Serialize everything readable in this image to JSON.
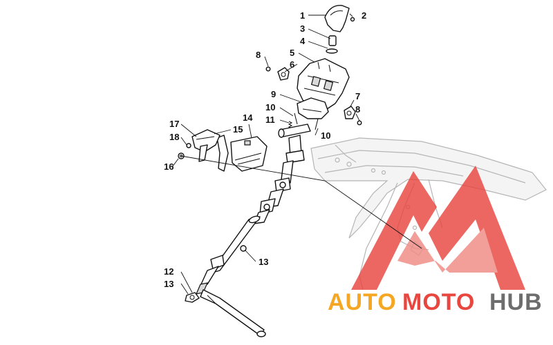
{
  "diagram": {
    "callouts": [
      {
        "id": "c1",
        "label": "1"
      },
      {
        "id": "c2",
        "label": "2"
      },
      {
        "id": "c3",
        "label": "3"
      },
      {
        "id": "c4",
        "label": "4"
      },
      {
        "id": "c5",
        "label": "5"
      },
      {
        "id": "c6",
        "label": "6"
      },
      {
        "id": "c7",
        "label": "7"
      },
      {
        "id": "c8a",
        "label": "8"
      },
      {
        "id": "c8b",
        "label": "8"
      },
      {
        "id": "c9",
        "label": "9"
      },
      {
        "id": "c10a",
        "label": "10"
      },
      {
        "id": "c10b",
        "label": "10"
      },
      {
        "id": "c11",
        "label": "11"
      },
      {
        "id": "c12",
        "label": "12"
      },
      {
        "id": "c13a",
        "label": "13"
      },
      {
        "id": "c13b",
        "label": "13"
      },
      {
        "id": "c14",
        "label": "14"
      },
      {
        "id": "c15",
        "label": "15"
      },
      {
        "id": "c16",
        "label": "16"
      },
      {
        "id": "c17",
        "label": "17"
      },
      {
        "id": "c18",
        "label": "18"
      }
    ]
  },
  "watermark": {
    "text_part1": "AUTO",
    "text_part2": "MOTO",
    "text_part3": "HUB",
    "color_orange": "#f5a623",
    "color_red": "#e8463f",
    "color_gray": "#6d6d6d"
  },
  "colors": {
    "line": "#111111",
    "frame": "#b5b5b5",
    "background": "#ffffff"
  }
}
